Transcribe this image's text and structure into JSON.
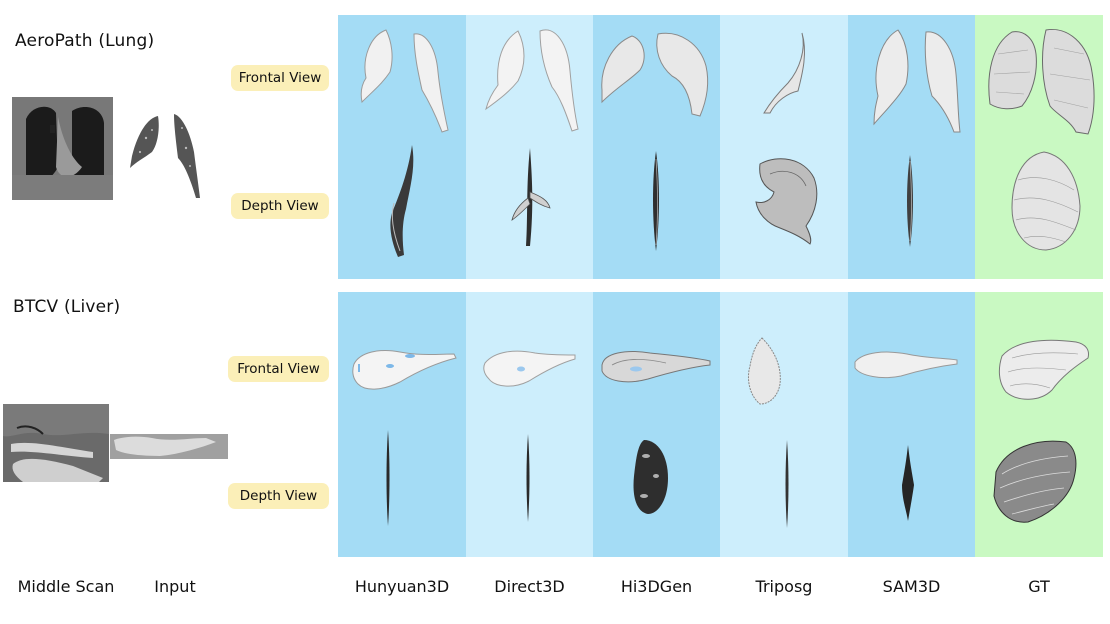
{
  "datasets": [
    {
      "title": "AeroPath (Lung)"
    },
    {
      "title": "BTCV (Liver)"
    }
  ],
  "views": {
    "frontal": "Frontal View",
    "depth": "Depth View"
  },
  "bottom_labels": {
    "middle_scan": "Middle Scan",
    "input": "Input"
  },
  "methods": [
    "Hunyuan3D",
    "Direct3D",
    "Hi3DGen",
    "Triposg",
    "SAM3D",
    "GT"
  ],
  "colors": {
    "dark_blue": "#a4dcf5",
    "light_blue": "#cdeefc",
    "green": "#c9f9c2",
    "label_bg": "#fbefb8"
  }
}
